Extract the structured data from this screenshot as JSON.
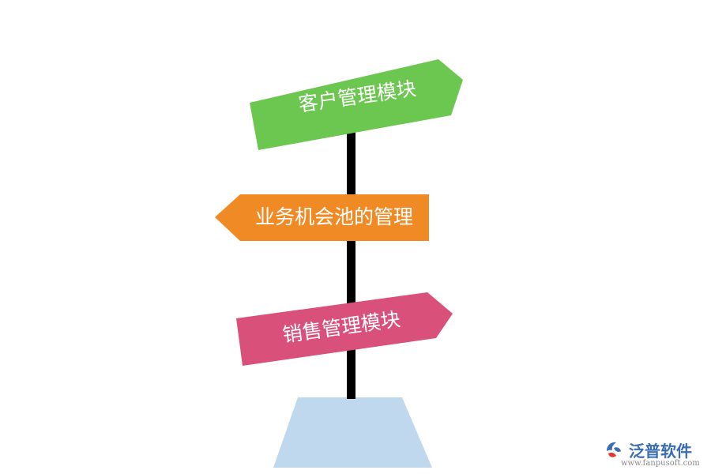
{
  "signs": [
    {
      "label": "客户管理模块",
      "color": "#6cc750",
      "direction": "right"
    },
    {
      "label": "业务机会池的管理",
      "color": "#f08a24",
      "direction": "left"
    },
    {
      "label": "销售管理模块",
      "color": "#d9507a",
      "direction": "right"
    }
  ],
  "colors": {
    "pole": "#000000",
    "base": "#c0d8ee"
  },
  "watermark": {
    "name": "泛普软件",
    "url": "www.fanpusoft.com"
  }
}
